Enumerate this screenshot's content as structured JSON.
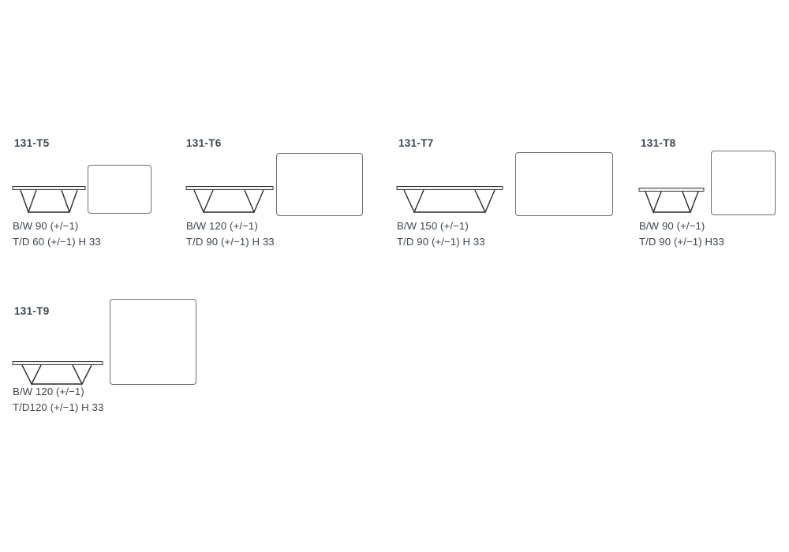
{
  "page": {
    "background_color": "#ffffff",
    "line_color": "#3a3a3a",
    "outline_color": "#6e6e6e",
    "text_color": "#3c4650"
  },
  "items": [
    {
      "code": "131-T5",
      "dim_width": "B/W 90 (+/−1)",
      "dim_depth": "T/D 60 (+/−1) H 33",
      "side_view_name": "side-view-131-t5",
      "top_view_name": "top-view-131-t5"
    },
    {
      "code": "131-T6",
      "dim_width": "B/W 120 (+/−1)",
      "dim_depth": "T/D 90 (+/−1) H 33",
      "side_view_name": "side-view-131-t6",
      "top_view_name": "top-view-131-t6"
    },
    {
      "code": "131-T7",
      "dim_width": "B/W 150 (+/−1)",
      "dim_depth": "T/D 90 (+/−1) H 33",
      "side_view_name": "side-view-131-t7",
      "top_view_name": "top-view-131-t7"
    },
    {
      "code": "131-T8",
      "dim_width": "B/W 90 (+/−1)",
      "dim_depth": "T/D 90 (+/−1) H33",
      "side_view_name": "side-view-131-t8",
      "top_view_name": "top-view-131-t8"
    },
    {
      "code": "131-T9",
      "dim_width": "B/W 120 (+/−1)",
      "dim_depth": "T/D120 (+/−1) H 33",
      "side_view_name": "side-view-131-t9",
      "top_view_name": "top-view-131-t9"
    }
  ]
}
